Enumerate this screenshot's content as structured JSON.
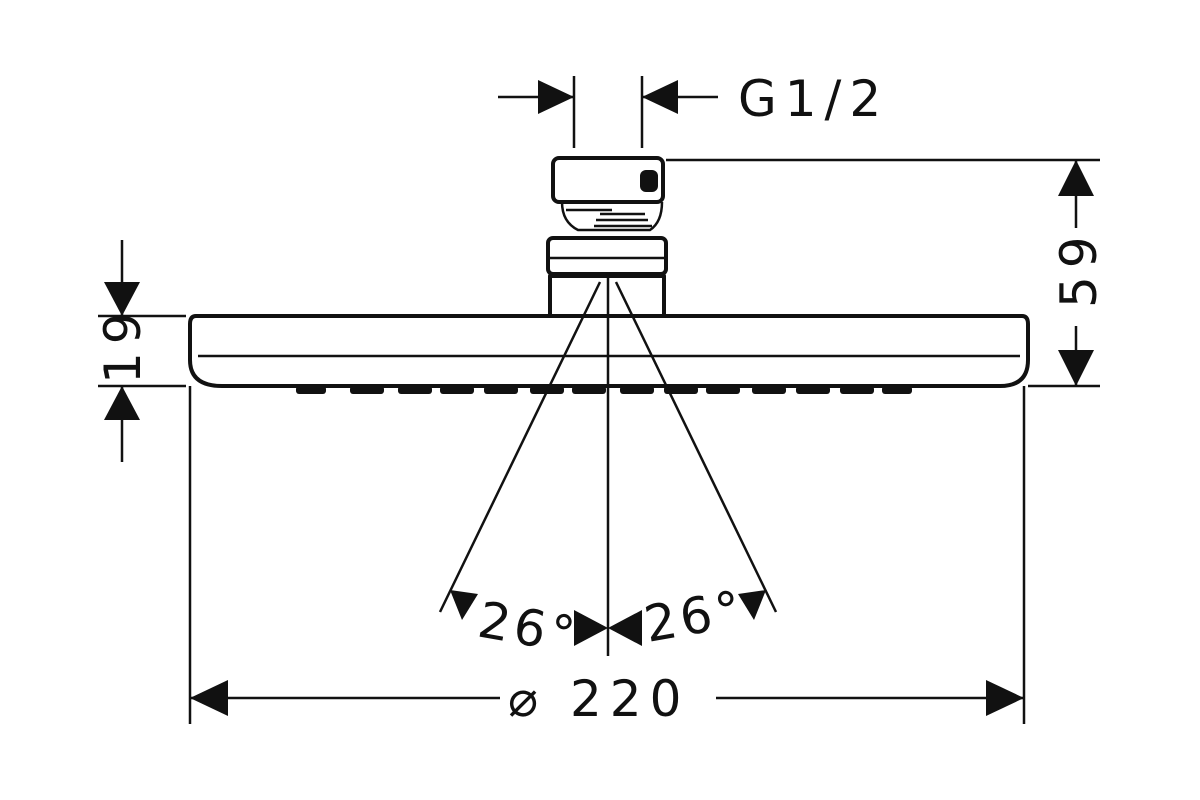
{
  "dimensions": {
    "thread": "G1/2",
    "height_total": "59",
    "height_plate": "19",
    "spray_angle_left": "26°",
    "spray_angle_right": "26°",
    "diameter": "⌀ 220"
  },
  "colors": {
    "line": "#111111",
    "background": "#ffffff"
  }
}
